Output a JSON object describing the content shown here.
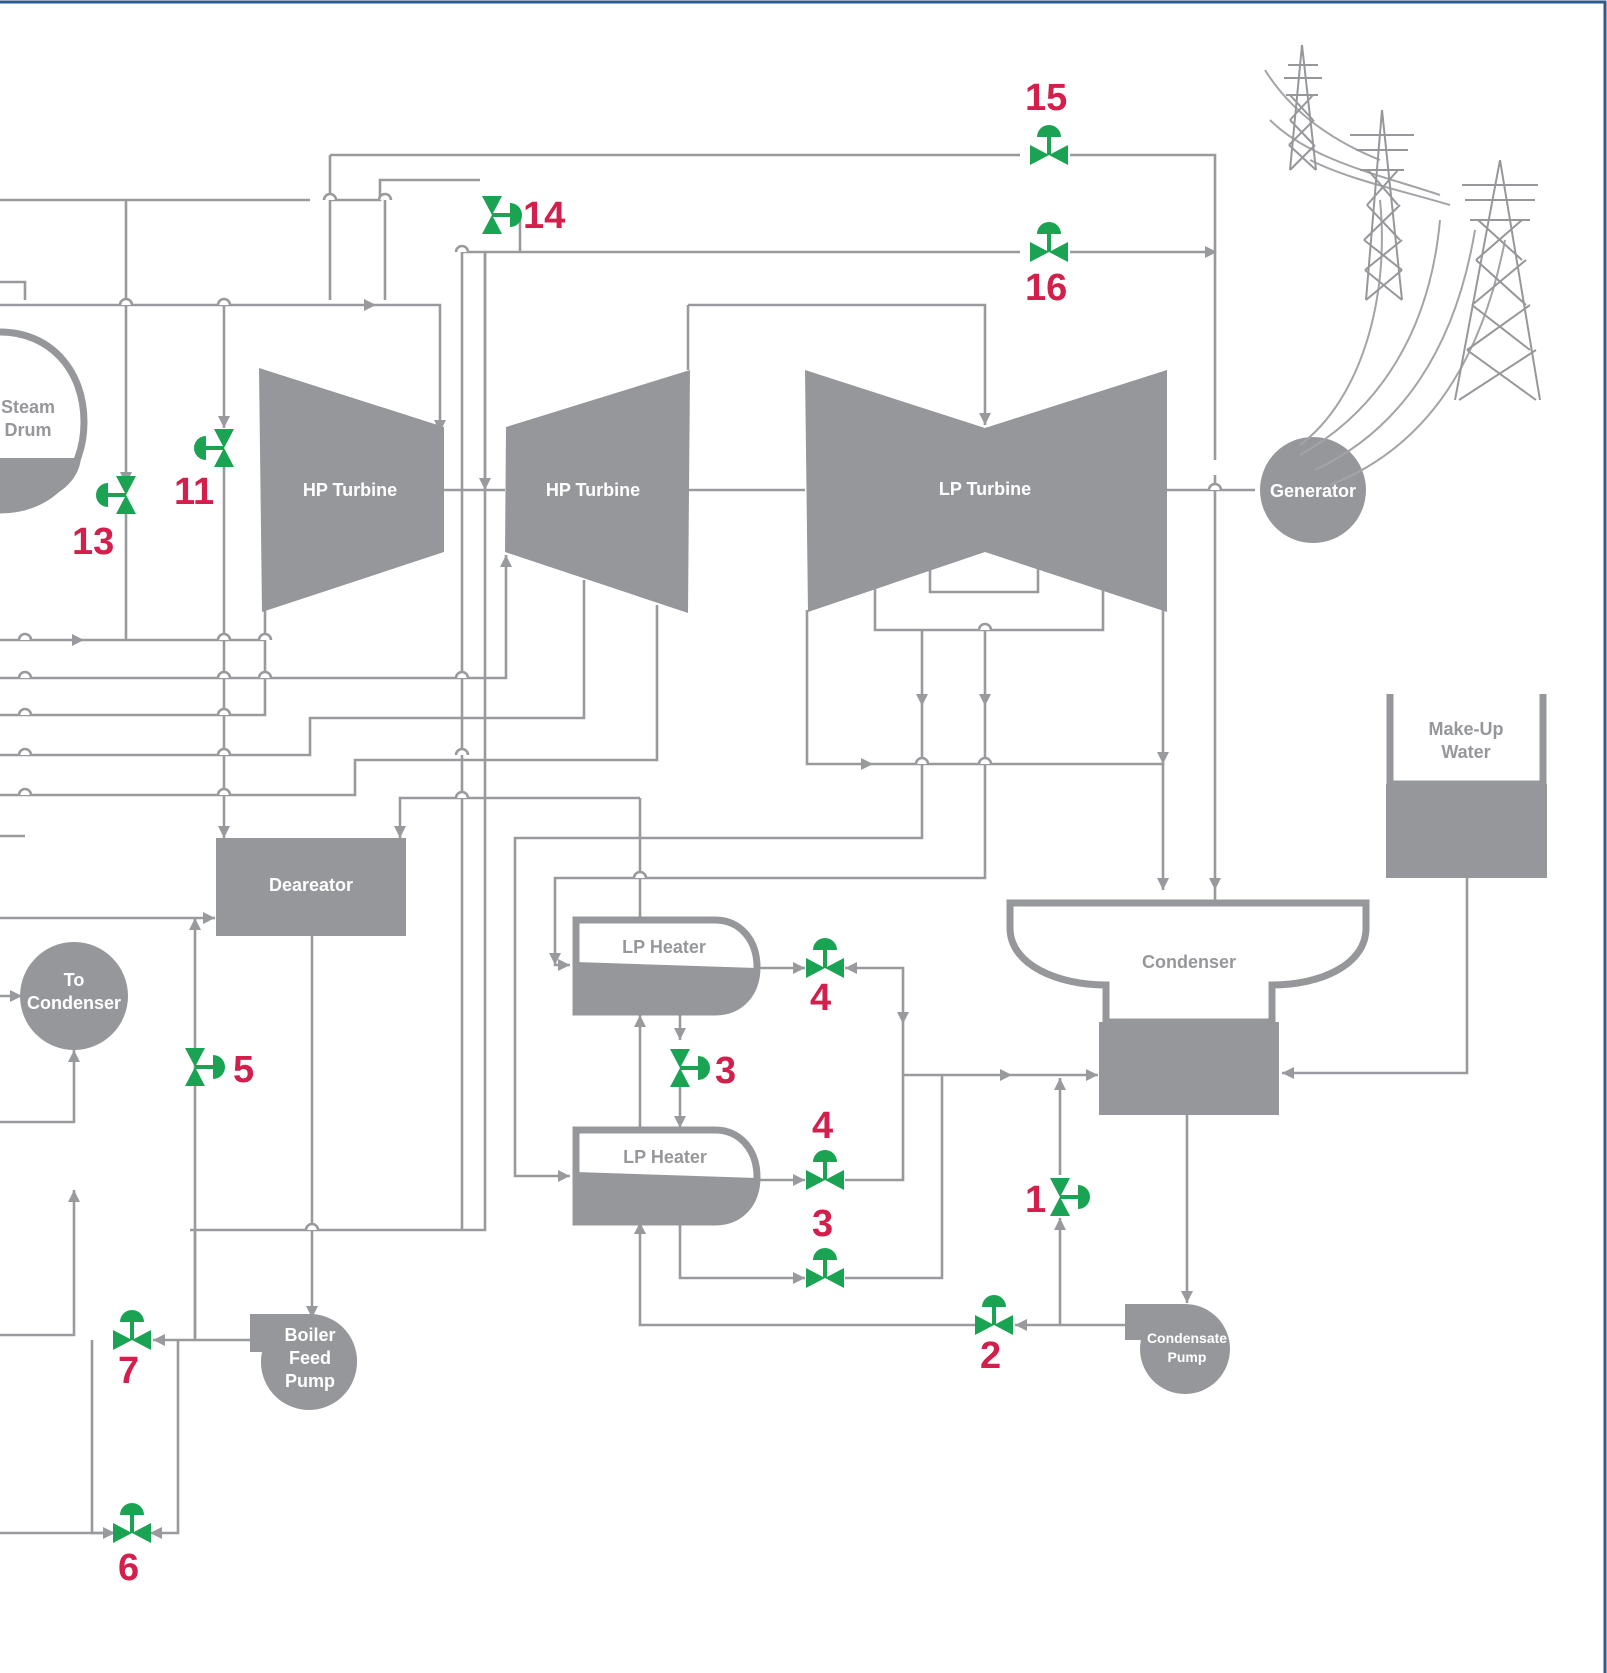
{
  "equipment": {
    "steam_drum": [
      "Steam",
      "Drum"
    ],
    "hp_turbine_1": "HP Turbine",
    "hp_turbine_2": "HP Turbine",
    "lp_turbine": "LP Turbine",
    "generator": "Generator",
    "make_up_water": [
      "Make-Up",
      "Water"
    ],
    "dearator": "Deareator",
    "to_condenser": [
      "To",
      "Condenser"
    ],
    "lp_heater_1": "LP Heater",
    "lp_heater_2": "LP Heater",
    "condenser": "Condenser",
    "boiler_feed_pump": [
      "Boiler",
      "Feed",
      "Pump"
    ],
    "condensate_pump": [
      "Condensate",
      "Pump"
    ]
  },
  "valves": {
    "v15": "15",
    "v14": "14",
    "v16": "16",
    "v11": "11",
    "v13": "13",
    "v4a": "4",
    "v3a": "3",
    "v4b": "4",
    "v3b": "3",
    "v5": "5",
    "v1": "1",
    "v2": "2",
    "v7": "7",
    "v6": "6"
  },
  "colors": {
    "equipment": "#96979b",
    "valve": "#1aa352",
    "valve_number": "#d21f4b",
    "frame": "#2e5a8c"
  }
}
